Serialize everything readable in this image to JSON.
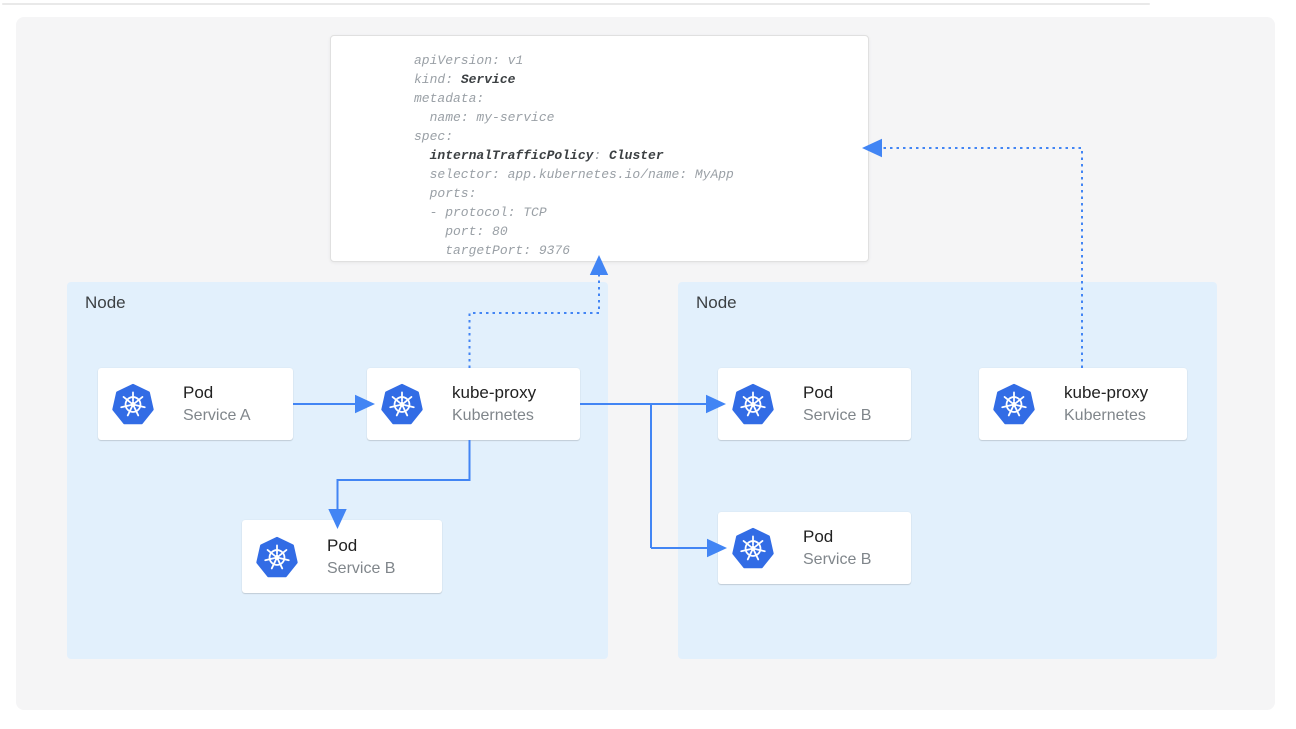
{
  "colors": {
    "accent_blue": "#4285f4",
    "k8s_blue": "#326ce5",
    "node_bg": "#e2f0fc",
    "panel_bg": "#f5f5f6",
    "card_title": "#212121",
    "card_subtitle": "#80868b",
    "node_label": "#3c4043",
    "code_gray": "#9aa0a6",
    "code_dark": "#3c4043"
  },
  "yaml": {
    "lines": [
      {
        "p0": "apiVersion: v1"
      },
      {
        "p0": "kind: ",
        "b0": "Service"
      },
      {
        "p0": "metadata:"
      },
      {
        "p0": "  name: my-service"
      },
      {
        "p0": "spec:"
      },
      {
        "p0": "  ",
        "b0": "internalTrafficPolicy",
        "p1": ": ",
        "b1": "Cluster"
      },
      {
        "p0": "  selector: app.kubernetes.io/name: MyApp"
      },
      {
        "p0": "  ports:"
      },
      {
        "p0": "  - protocol: TCP"
      },
      {
        "p0": "    port: 80"
      },
      {
        "p0": "    targetPort: 9376"
      }
    ]
  },
  "nodes": {
    "left": {
      "label": "Node"
    },
    "right": {
      "label": "Node"
    }
  },
  "cards": {
    "pod_a": {
      "title": "Pod",
      "subtitle": "Service A"
    },
    "kube_proxy_left": {
      "title": "kube-proxy",
      "subtitle": "Kubernetes"
    },
    "pod_b_left": {
      "title": "Pod",
      "subtitle": "Service B"
    },
    "pod_b_right_top": {
      "title": "Pod",
      "subtitle": "Service B"
    },
    "pod_b_right_bottom": {
      "title": "Pod",
      "subtitle": "Service B"
    },
    "kube_proxy_right": {
      "title": "kube-proxy",
      "subtitle": "Kubernetes"
    }
  },
  "icons": {
    "kubernetes": "kubernetes-helm-wheel"
  }
}
